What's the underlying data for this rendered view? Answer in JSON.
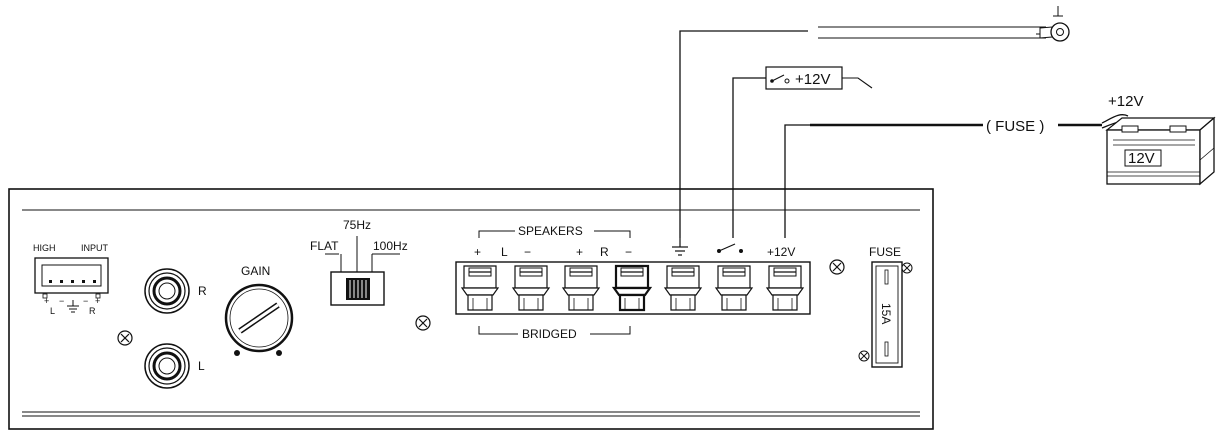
{
  "diagram": {
    "wires": {
      "switch_label": "+12V",
      "battery_voltage": "+12V",
      "fuse_inline": "( FUSE )",
      "battery_label": "12V"
    },
    "panel": {
      "input": {
        "high": "HIGH",
        "input": "INPUT",
        "left": "L",
        "right": "R",
        "plus": "+",
        "minus": "−"
      },
      "rca": {
        "right": "R",
        "left": "L"
      },
      "gain": "GAIN",
      "crossover": {
        "freq_75": "75Hz",
        "flat": "FLAT",
        "freq_100": "100Hz"
      },
      "speakers": {
        "title": "SPEAKERS",
        "bridged": "BRIDGED",
        "left_plus": "+",
        "left": "L",
        "left_minus": "−",
        "right_plus": "+",
        "right": "R",
        "right_minus": "−"
      },
      "power_12v": "+12V",
      "fuse": {
        "title": "FUSE",
        "rating": "15A"
      }
    }
  }
}
